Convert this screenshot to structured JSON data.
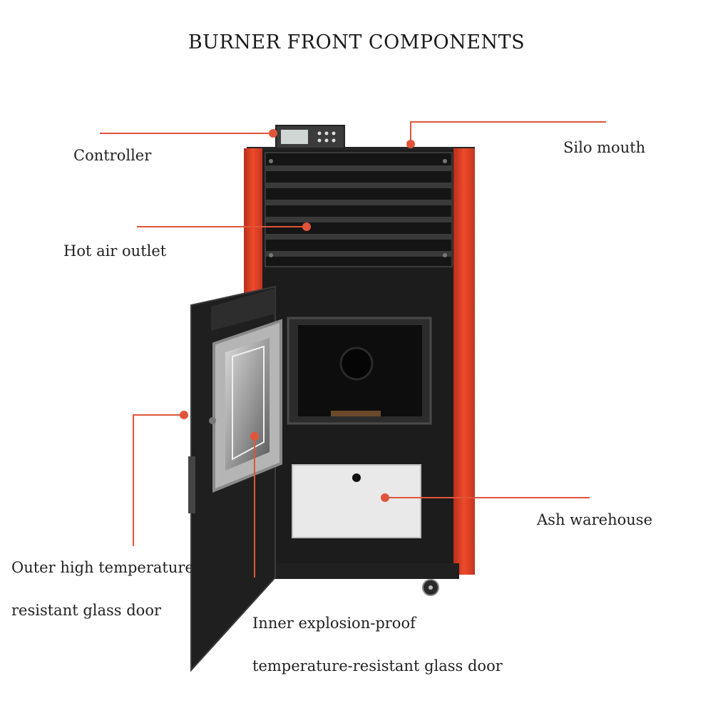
{
  "title": "BURNER FRONT COMPONENTS",
  "callout_color": "#e0553a",
  "stove_accent_color": "#e8462a",
  "labels": {
    "controller": "Controller",
    "silo_mouth": "Silo mouth",
    "hot_air_outlet": "Hot air outlet",
    "ash_warehouse": "Ash warehouse",
    "outer_door_line1": "Outer high temperature",
    "outer_door_line2": "resistant glass door",
    "inner_door_line1": "Inner explosion-proof",
    "inner_door_line2": "temperature-resistant glass door"
  }
}
